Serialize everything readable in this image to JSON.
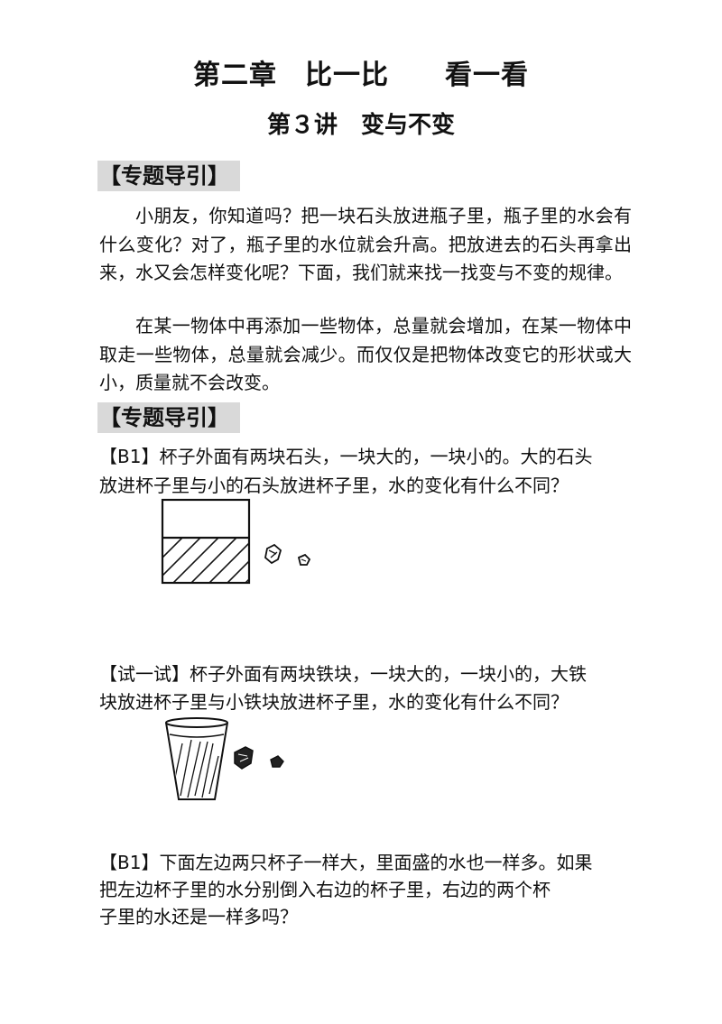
{
  "chapter_title": "第二章　比一比　　看一看",
  "lesson_title": "第３讲　变与不变",
  "section1": {
    "heading": "【专题导引】",
    "para1": "小朋友，你知道吗？把一块石头放进瓶子里，瓶子里的水会有什么变化？对了，瓶子里的水位就会升高。把放进去的石头再拿出来，水又会怎样变化呢？下面，我们就来找一找变与不变的规律。",
    "para2": "在某一物体中再添加一些物体，总量就会增加，在某一物体中取走一些物体，总量就会减少。而仅仅是把物体改变它的形状或大小，质量就不会改变。"
  },
  "section2": {
    "heading": "【专题导引】"
  },
  "problem1": {
    "tag": "【B1】",
    "line1": "杯子外面有两块石头，一块大的，一块小的。大的石头",
    "line2": "放进杯子里与小的石头放进杯子里，水的变化有什么不同？"
  },
  "tryit": {
    "tag": "【试一试】",
    "line1": "杯子外面有两块铁块，一块大的，一块小的，大铁",
    "line2": "块放进杯子里与小铁块放进杯子里，水的变化有什么不同？"
  },
  "problem2": {
    "tag": "【B1】",
    "line1": "下面左边两只杯子一样大，里面盛的水也一样多。如果",
    "line2": "把左边杯子里的水分别倒入右边的杯子里，右边的两个杯",
    "line3": "子里的水还是一样多吗？"
  }
}
